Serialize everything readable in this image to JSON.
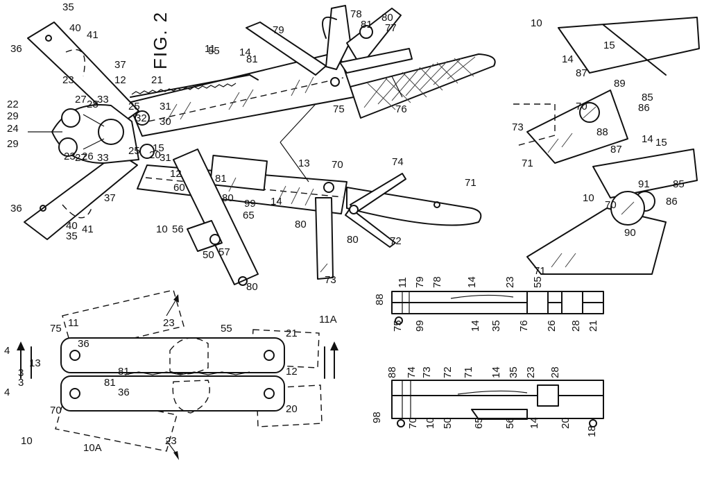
{
  "figure_title": "FIG. 2",
  "fig2_labels": [
    "10",
    "11",
    "12",
    "12",
    "13",
    "14",
    "14",
    "15",
    "20",
    "21",
    "22",
    "23",
    "23",
    "24",
    "25",
    "25",
    "26",
    "27",
    "27",
    "28",
    "29",
    "29",
    "30",
    "31",
    "31",
    "32",
    "33",
    "33",
    "35",
    "35",
    "36",
    "36",
    "37",
    "37",
    "40",
    "40",
    "41",
    "41",
    "50",
    "55",
    "56",
    "57",
    "60",
    "65",
    "70",
    "71",
    "72",
    "73",
    "74",
    "75",
    "76",
    "77",
    "78",
    "79",
    "80",
    "80",
    "80",
    "80",
    "80",
    "81",
    "81",
    "81",
    "99"
  ],
  "fig1_labels": [
    "4",
    "4",
    "3",
    "3",
    "10",
    "10A",
    "11",
    "11A",
    "12",
    "13",
    "20",
    "21",
    "23",
    "23",
    "36",
    "36",
    "55",
    "70",
    "75",
    "81",
    "81"
  ],
  "sec_labels": [
    "11",
    "79",
    "78",
    "14",
    "23",
    "55",
    "88",
    "75",
    "99",
    "14",
    "35",
    "76",
    "26",
    "28",
    "21",
    "88",
    "74",
    "73",
    "72",
    "71",
    "14",
    "35",
    "23",
    "28",
    "98",
    "70",
    "10",
    "50",
    "65",
    "56",
    "14",
    "20",
    "18"
  ],
  "detail_labels": [
    "10",
    "14",
    "15",
    "87",
    "89",
    "85",
    "86",
    "70",
    "73",
    "88",
    "71",
    "14",
    "15",
    "87",
    "91",
    "85",
    "10",
    "70",
    "86",
    "90",
    "71"
  ]
}
